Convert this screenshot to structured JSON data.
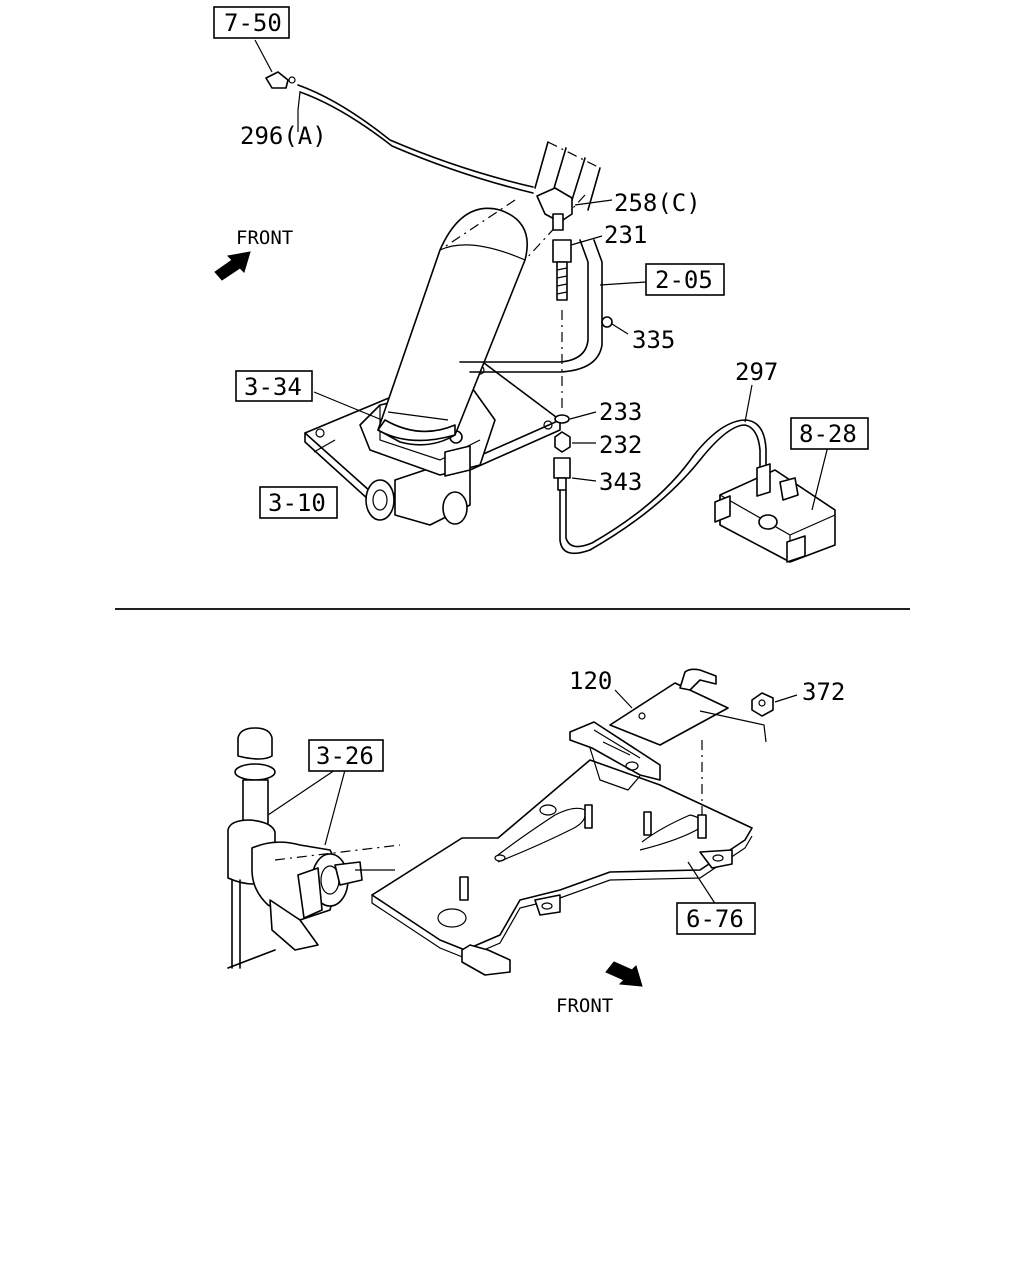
{
  "top_diagram": {
    "front_label": "FRONT",
    "refs": {
      "r750": "7-50",
      "r205": "2-05",
      "r334": "3-34",
      "r310": "3-10",
      "r828": "8-28"
    },
    "parts": {
      "p296a": "296(A)",
      "p258c": "258(C)",
      "p231": "231",
      "p335": "335",
      "p297": "297",
      "p233": "233",
      "p232": "232",
      "p343": "343"
    }
  },
  "bottom_diagram": {
    "front_label": "FRONT",
    "refs": {
      "r326": "3-26",
      "r676": "6-76"
    },
    "parts": {
      "p120": "120",
      "p372": "372"
    }
  }
}
